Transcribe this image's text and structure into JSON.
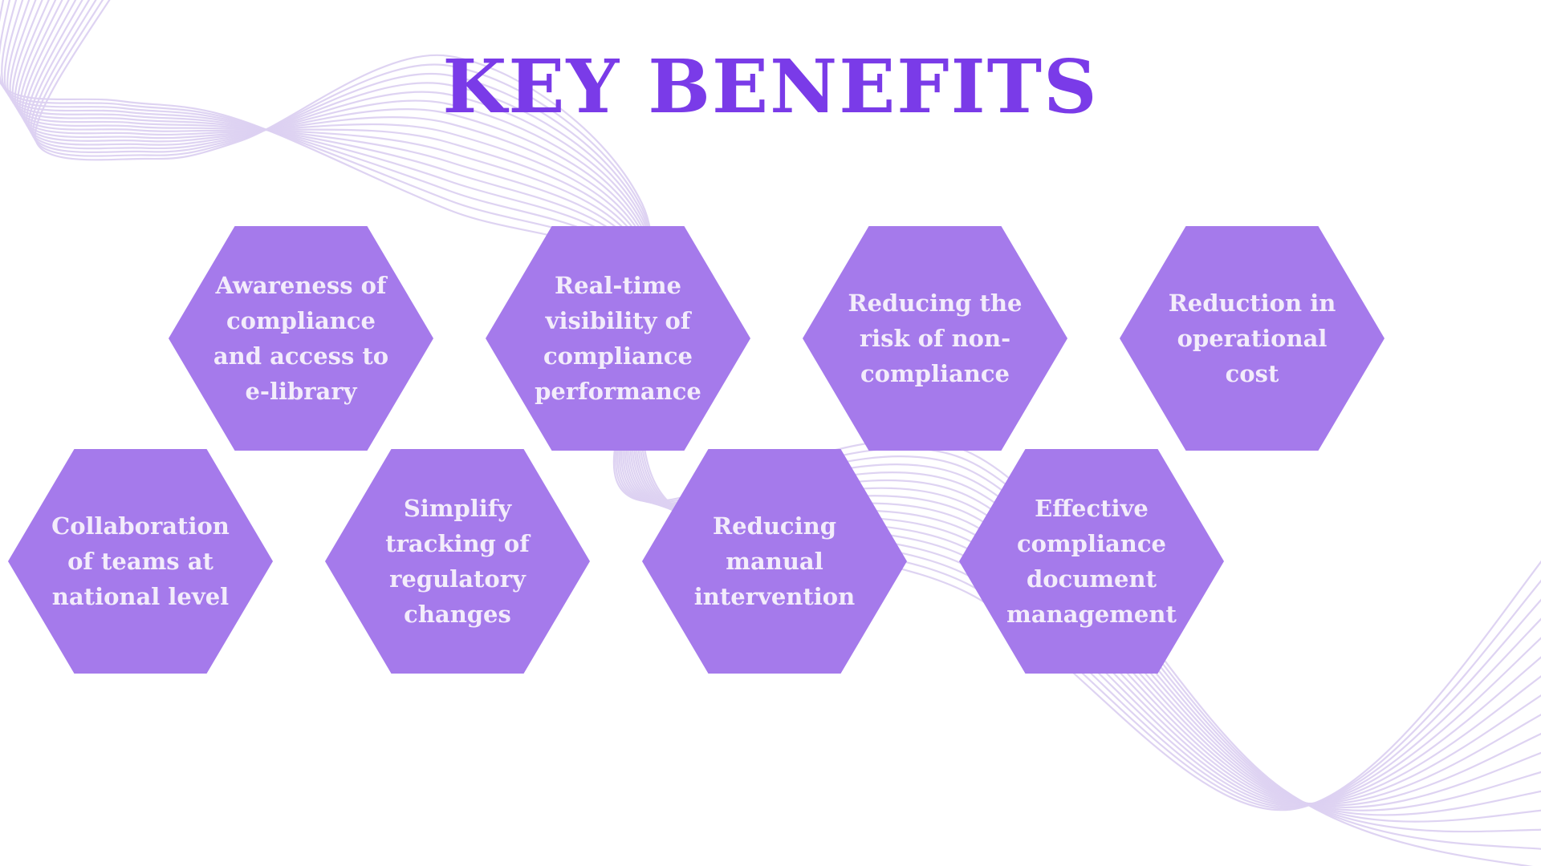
{
  "title": "KEY BENEFITS",
  "colors": {
    "background": "#ffffff",
    "title": "#7a3be8",
    "hexagon_fill": "#a57aeb",
    "hexagon_text": "#f3ecfb",
    "wave_lines": "#dcd1f1"
  },
  "benefits": {
    "top_row": [
      {
        "text": "Awareness of\ncompliance\nand access to\ne-library"
      },
      {
        "text": "Real-time\nvisibility of\ncompliance\nperformance"
      },
      {
        "text": "Reducing the\nrisk of non-\ncompliance"
      },
      {
        "text": "Reduction in\noperational\ncost"
      }
    ],
    "bottom_row": [
      {
        "text": "Collaboration\nof teams at\nnational level"
      },
      {
        "text": "Simplify\ntracking of\nregulatory\nchanges"
      },
      {
        "text": "Reducing\nmanual\nintervention"
      },
      {
        "text": "Effective\ncompliance\ndocument\nmanagement"
      }
    ]
  }
}
